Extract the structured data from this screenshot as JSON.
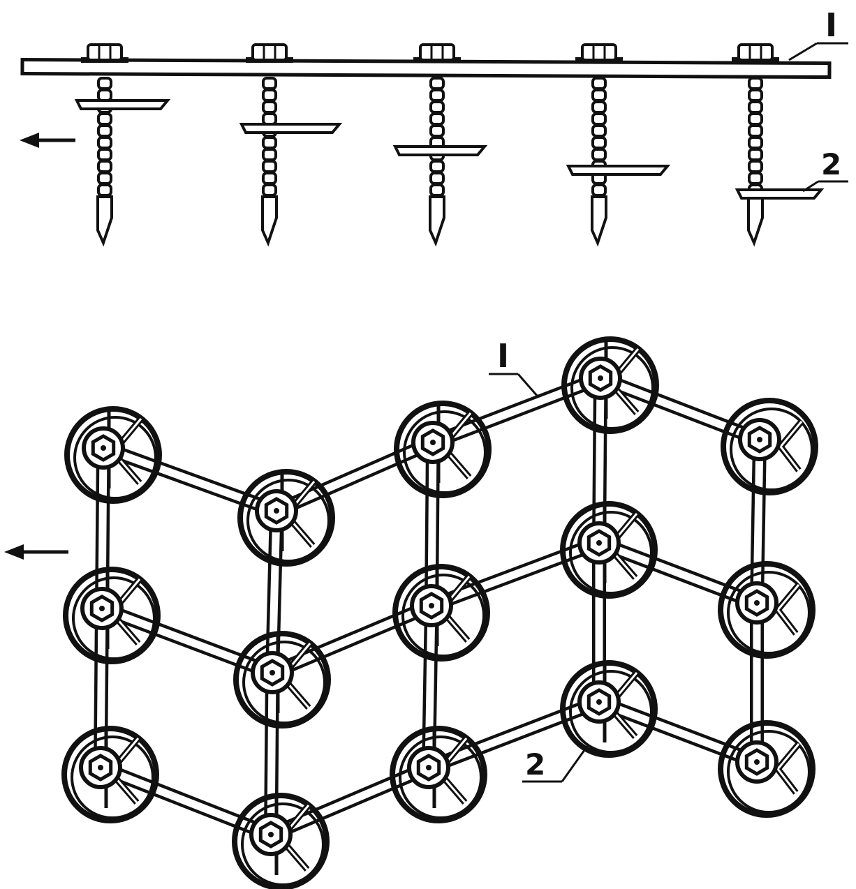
{
  "diagram": {
    "ink_color": "#111111",
    "background_color": "#ffffff",
    "side_view": {
      "callouts": {
        "frame": "I",
        "disc": "2"
      },
      "direction_arrow": "arrow-left"
    },
    "plan_view": {
      "callouts": {
        "frame": "I",
        "disc": "2"
      },
      "direction_arrow": "arrow-left"
    }
  }
}
